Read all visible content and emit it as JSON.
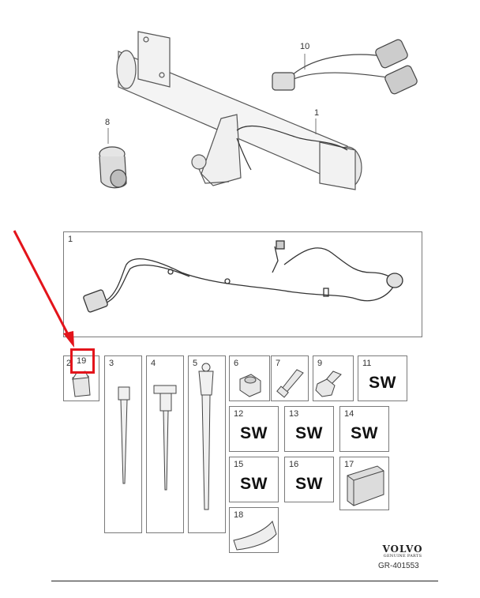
{
  "top_callouts": {
    "c10": "10",
    "c1": "1",
    "c8": "8"
  },
  "panel1_label": "1",
  "parts": {
    "p2": {
      "label": "2",
      "extra": "19"
    },
    "p3": {
      "label": "3"
    },
    "p4": {
      "label": "4"
    },
    "p5": {
      "label": "5"
    },
    "p6": {
      "label": "6"
    },
    "p7": {
      "label": "7"
    },
    "p9": {
      "label": "9"
    },
    "p11": {
      "label": "11",
      "sw": "SW"
    },
    "p12": {
      "label": "12",
      "sw": "SW"
    },
    "p13": {
      "label": "13",
      "sw": "SW"
    },
    "p14": {
      "label": "14",
      "sw": "SW"
    },
    "p15": {
      "label": "15",
      "sw": "SW"
    },
    "p16": {
      "label": "16",
      "sw": "SW"
    },
    "p17": {
      "label": "17"
    },
    "p18": {
      "label": "18"
    }
  },
  "brand": {
    "name": "VOLVO",
    "sub": "GENUINE PARTS",
    "ref": "GR-401553"
  },
  "colors": {
    "highlight": "#e3141b",
    "line": "#444444"
  }
}
